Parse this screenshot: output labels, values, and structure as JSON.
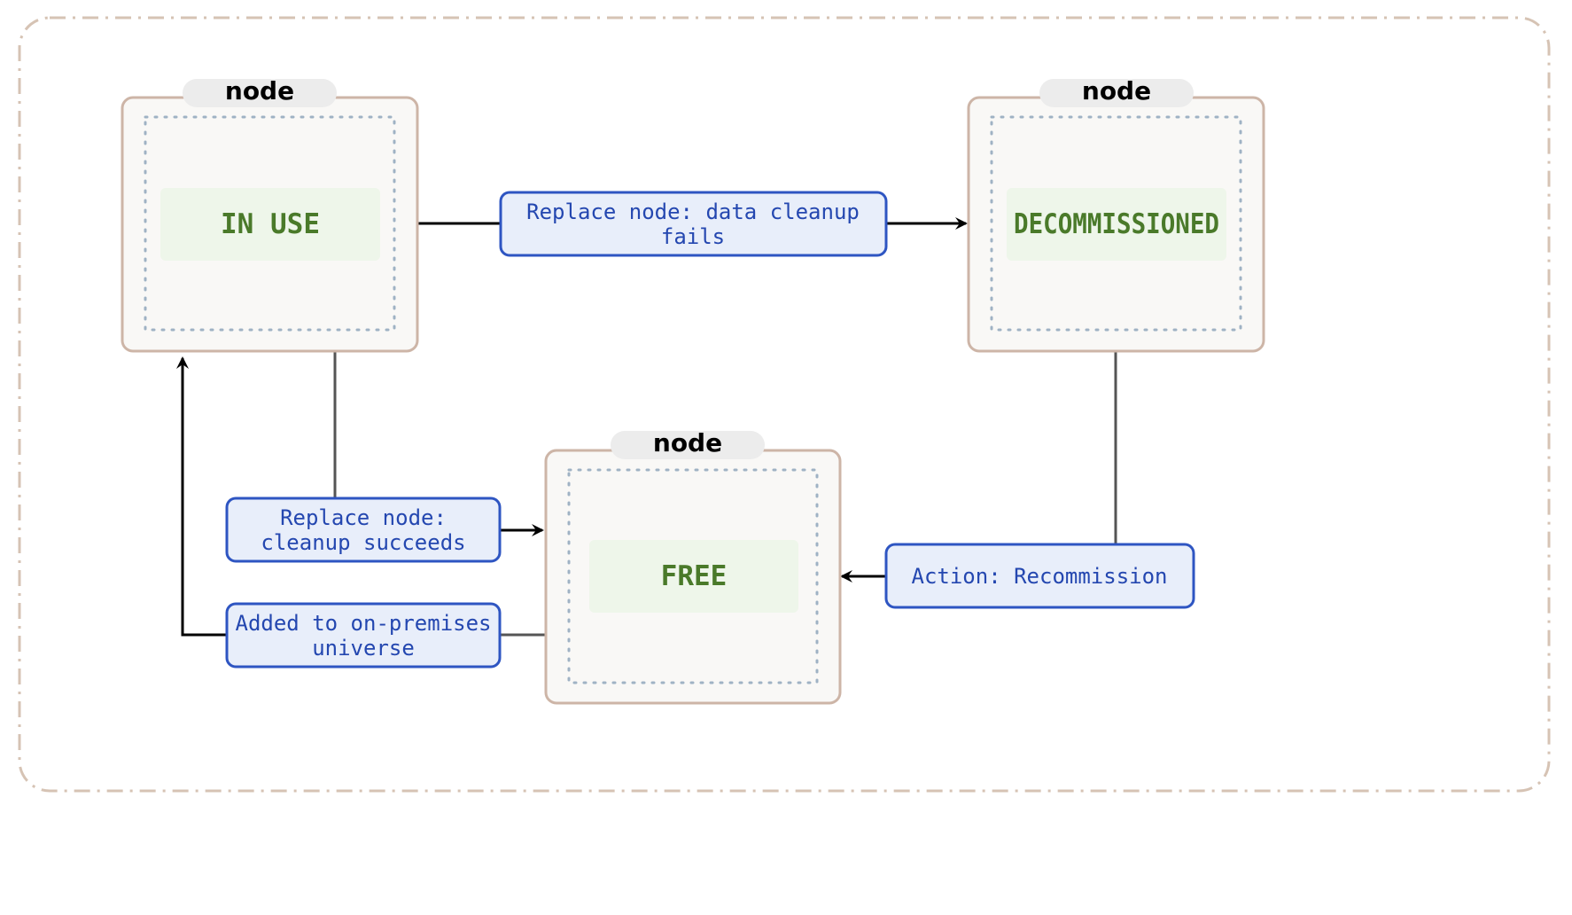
{
  "colors": {
    "frame_border": "#d6c3b4",
    "node_border": "#cdb5a7",
    "node_fill": "#f9f8f6",
    "inner_border": "#9fb2c4",
    "title_pill": "#ececec",
    "state_fill": "#eef6ea",
    "state_text": "#4a7a2a",
    "label_border": "#2e55c2",
    "label_fill": "#e8eefa",
    "label_text": "#2447b0",
    "arrow_dark": "#000000",
    "line_gray": "#555555"
  },
  "nodes": [
    {
      "id": "in-use",
      "title": "node",
      "state": "IN USE"
    },
    {
      "id": "decommissioned",
      "title": "node",
      "state": "DECOMMISSIONED"
    },
    {
      "id": "free",
      "title": "node",
      "state": "FREE"
    }
  ],
  "transitions": [
    {
      "id": "replace-fails",
      "from": "IN USE",
      "to": "DECOMMISSIONED",
      "lines": [
        "Replace node: data cleanup",
        "fails"
      ]
    },
    {
      "id": "replace-succeeds",
      "from": "IN USE",
      "to": "FREE",
      "lines": [
        "Replace node:",
        "cleanup succeeds"
      ]
    },
    {
      "id": "added-to-universe",
      "from": "FREE",
      "to": "IN USE",
      "lines": [
        "Added to on-premises",
        "universe"
      ]
    },
    {
      "id": "recommission",
      "from": "DECOMMISSIONED",
      "to": "FREE",
      "lines": [
        "Action: Recommission"
      ]
    }
  ]
}
